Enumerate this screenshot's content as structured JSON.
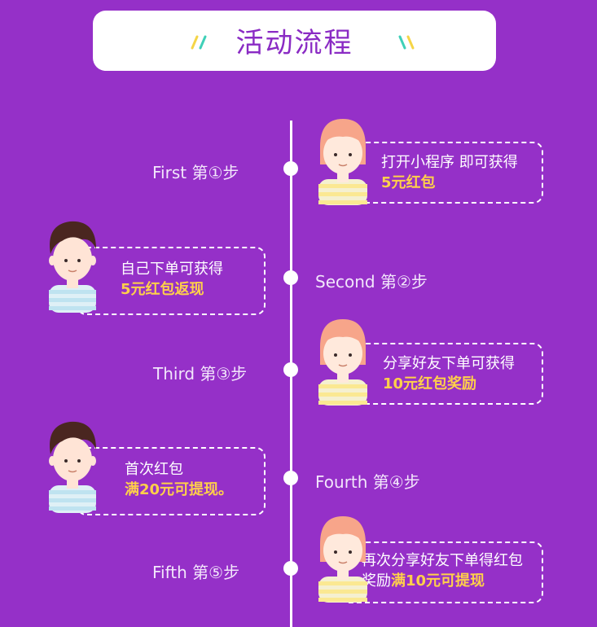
{
  "title": "活动流程",
  "steps": [
    {
      "label": "First  第①步",
      "line1": "打开小程序  即可获得",
      "line2": "5元红包"
    },
    {
      "label": "Second  第②步",
      "line1": "自己下单可获得",
      "line2": "5元红包返现"
    },
    {
      "label": "Third  第③步",
      "line1": "分享好友下单可获得",
      "line2": "10元红包奖励"
    },
    {
      "label": "Fourth  第④步",
      "line1": "首次红包",
      "line2": "满20元可提现。"
    },
    {
      "label": "Fifth  第⑤步",
      "line1": "再次分享好友下单得红包",
      "line2a": "奖励",
      "line2b": "满10元可提现"
    }
  ],
  "colors": {
    "background": "#9530c8",
    "title": "#8a2bc4",
    "highlight": "#ffd04a",
    "girl_hair": "#f7a58a",
    "boy_hair": "#4a2620",
    "shirt_stripe": "#fbe892"
  }
}
